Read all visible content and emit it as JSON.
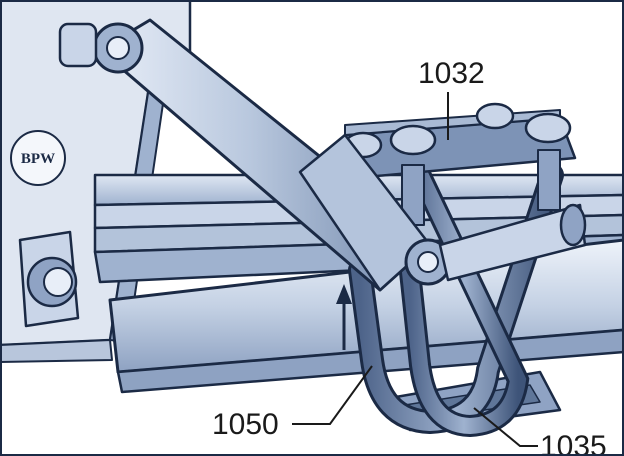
{
  "callouts": {
    "top": "1032",
    "left": "1050",
    "right": "1035"
  },
  "logo": {
    "text": "BPW",
    "icon": "bpw-logo"
  },
  "colors": {
    "background": "#ffffff",
    "outline": "#1b2a45",
    "shade_dark": "#5f7699",
    "shade_mid": "#8fa3c4",
    "shade_light": "#c9d5e8",
    "highlight": "#e8eef8"
  }
}
